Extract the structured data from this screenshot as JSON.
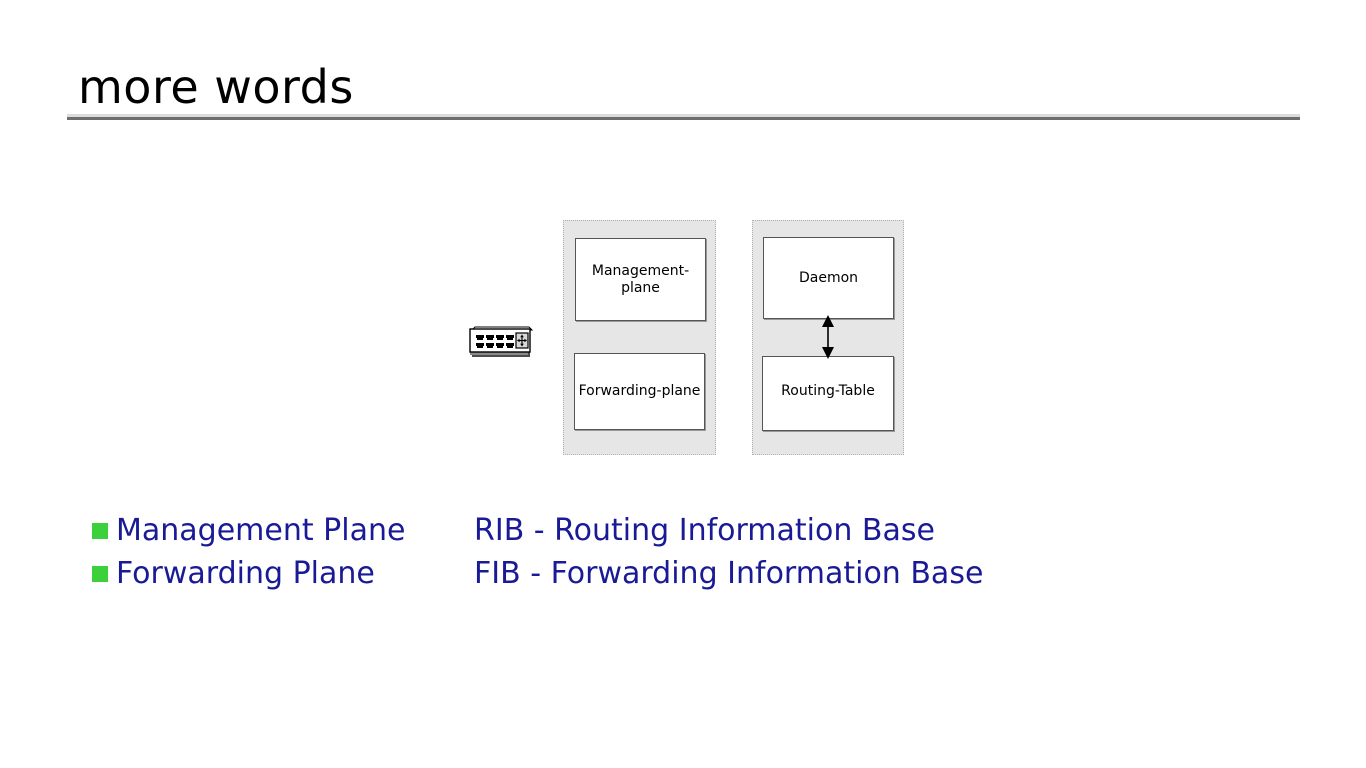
{
  "slide": {
    "title": "more words"
  },
  "diagram": {
    "left_panel": {
      "name": "router-planes-panel",
      "boxes": [
        {
          "label": "Management-plane"
        },
        {
          "label": "Forwarding-plane"
        }
      ]
    },
    "right_panel": {
      "name": "control-plane-panel",
      "boxes": [
        {
          "label": "Daemon"
        },
        {
          "label": "Routing-Table"
        }
      ],
      "connector": "double-headed-vertical-arrow"
    },
    "device_icon": {
      "name": "network-switch-icon",
      "ports": 8,
      "symbol": "four-way-arrow"
    }
  },
  "legend": {
    "bullet_color": "#3cd13c",
    "text_color": "#1a1a96",
    "left_column": [
      {
        "label": "Management Plane"
      },
      {
        "label": "Forwarding Plane"
      }
    ],
    "right_column": [
      {
        "label": "RIB - Routing Information Base"
      },
      {
        "label": "FIB - Forwarding Information Base"
      }
    ]
  }
}
